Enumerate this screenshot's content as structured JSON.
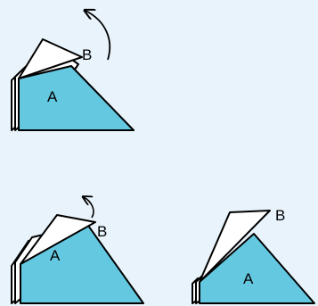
{
  "colors": {
    "background": "#e8f3fb",
    "fill": "#64c8e0",
    "paper": "#ffffff",
    "stroke": "#000000"
  },
  "steps": [
    {
      "a_label": "A",
      "b_label": "B",
      "arrow": "curved-arrow"
    },
    {
      "a_label": "A",
      "b_label": "B",
      "arrow": "small-curved-arrow"
    },
    {
      "a_label": "A",
      "b_label": "B",
      "arrow": ""
    }
  ]
}
